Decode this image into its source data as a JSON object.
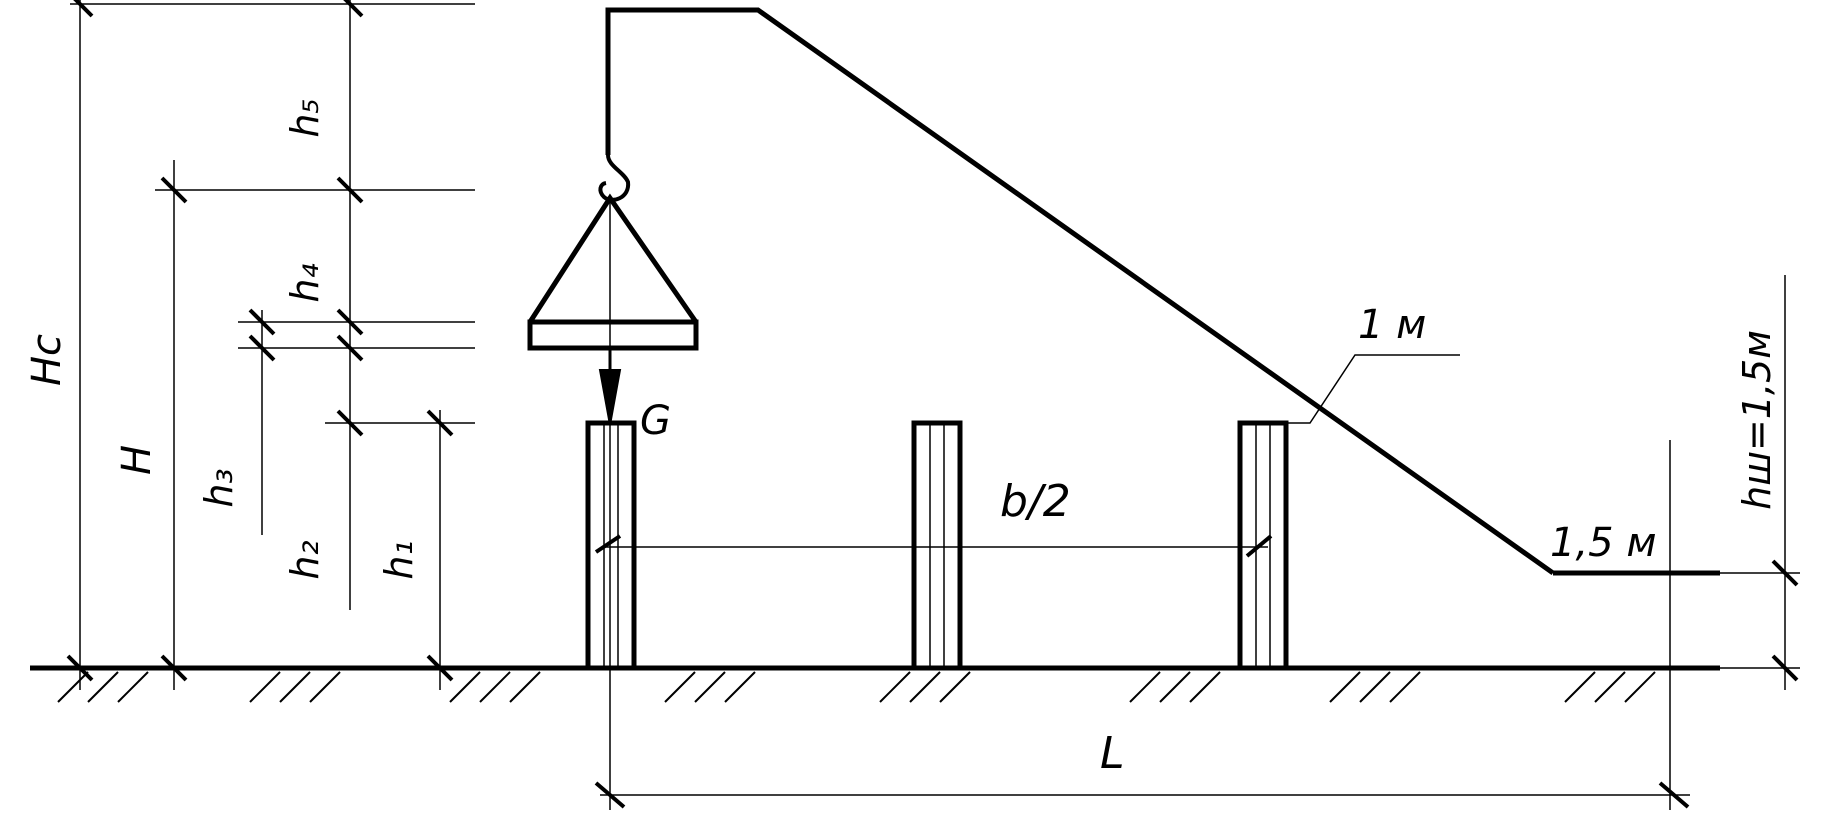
{
  "labels": {
    "Hc": "Hc",
    "H": "H",
    "h5": "h₅",
    "h4": "h₄",
    "h3": "h₃",
    "h2": "h₂",
    "h1": "h₁",
    "G": "G",
    "b_half": "b/2",
    "L": "L",
    "one_m": "1 м",
    "one_five_m": "1,5 м",
    "hsh": "hш=1,5м"
  },
  "colors": {
    "ink": "#000000",
    "background": "#ffffff"
  }
}
